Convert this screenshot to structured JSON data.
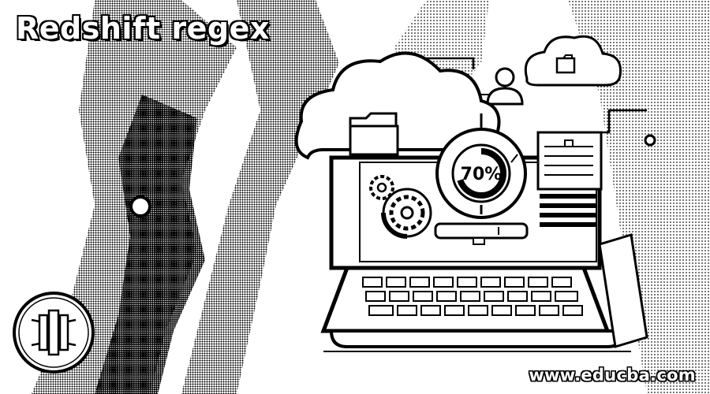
{
  "title": "Redshift regex",
  "footer": {
    "website": "www.educba.com"
  },
  "illustration": {
    "progress_label": "70%",
    "progress_value": 0.7,
    "icons": [
      "laptop-icon",
      "cloud-folder-icon",
      "gears-icon",
      "progress-ring-icon",
      "document-icon",
      "cloud-icon",
      "user-icon",
      "aws-redshift-logo-icon"
    ]
  },
  "colors": {
    "ink": "#000000",
    "paper": "#ffffff"
  }
}
